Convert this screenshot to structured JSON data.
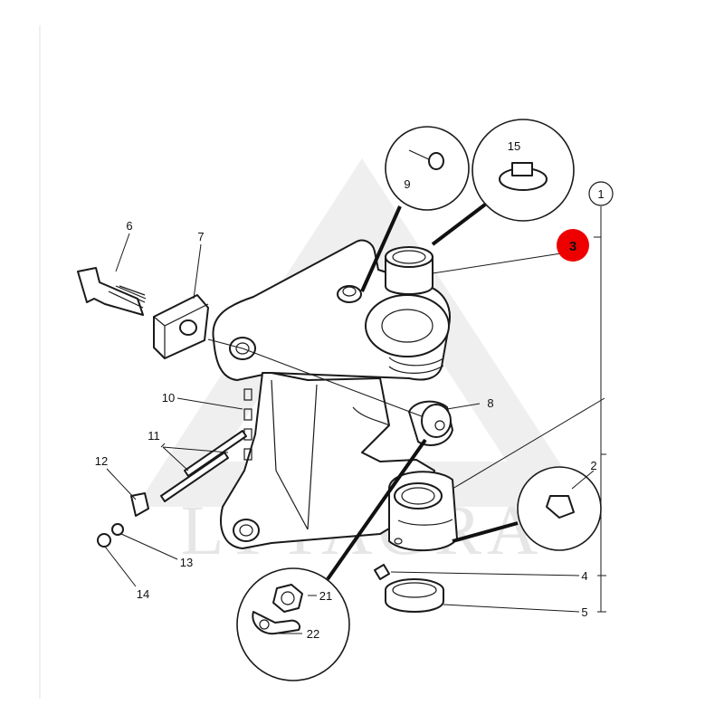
{
  "watermark": {
    "text": "LYTAGRA"
  },
  "callout_labels": {
    "p1": "1",
    "p2": "2",
    "p3": "3",
    "p4": "4",
    "p5": "5",
    "p6": "6",
    "p7": "7",
    "p8": "8",
    "p9": "9",
    "p10": "10",
    "p11": "11",
    "p12": "12",
    "p13": "13",
    "p14": "14",
    "p15": "15",
    "p21": "21",
    "p22": "22"
  },
  "colors": {
    "highlight": "#ee0000",
    "line": "#1a1a1a",
    "watermark": "#e6e6e6"
  }
}
